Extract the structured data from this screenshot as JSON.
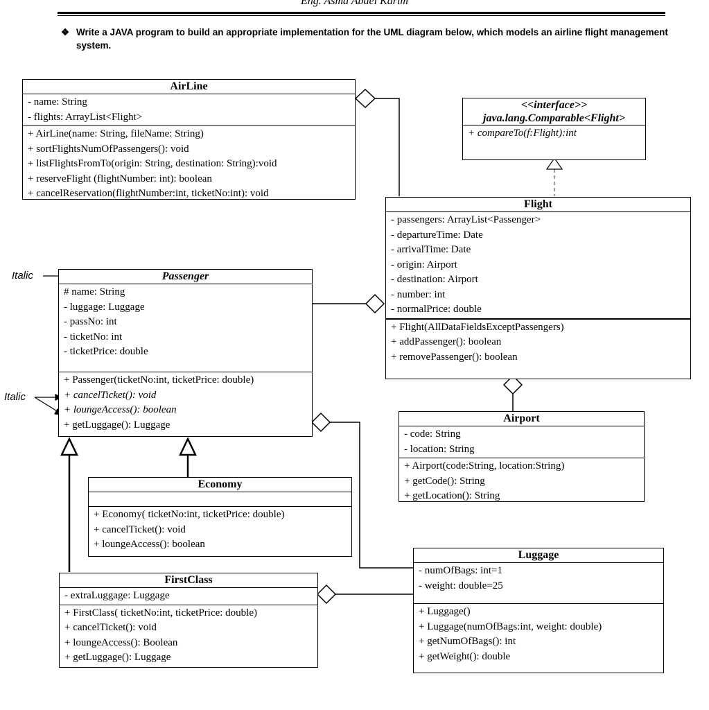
{
  "header": {
    "author": "Eng. Asma Abdel Karim"
  },
  "task": {
    "bullet": "❖",
    "text": "Write a JAVA program to build an appropriate implementation for the UML diagram below, which models an airline flight management system."
  },
  "annotations": {
    "italic_top": "Italic",
    "italic_bottom": "Italic"
  },
  "classes": {
    "airline": {
      "name": "AirLine",
      "attributes": [
        "- name: String",
        "- flights: ArrayList<Flight>"
      ],
      "methods": [
        "+ AirLine(name: String, fileName: String)",
        "+ sortFlightsNumOfPassengers(): void",
        "+ listFlightsFromTo(origin: String, destination: String):void",
        "+ reserveFlight (flightNumber: int): boolean",
        "+ cancelReservation(flightNumber:int, ticketNo:int): void"
      ]
    },
    "comparable": {
      "stereotype": "<<interface>>",
      "name": "java.lang.Comparable<Flight>",
      "methods": [
        "+ compareTo(f:Flight):int"
      ]
    },
    "flight": {
      "name": "Flight",
      "attributes": [
        "- passengers: ArrayList<Passenger>",
        "- departureTime: Date",
        "- arrivalTime: Date",
        "- origin: Airport",
        "- destination: Airport",
        "- number: int",
        "- normalPrice: double"
      ],
      "methods": [
        "+ Flight(AllDataFieldsExceptPassengers)",
        "+ addPassenger(): boolean",
        "+ removePassenger(): boolean"
      ]
    },
    "passenger": {
      "name": "Passenger",
      "attributes": [
        "# name: String",
        "- luggage: Luggage",
        "- passNo: int",
        "- ticketNo: int",
        "- ticketPrice: double"
      ],
      "methods": [
        "+ Passenger(ticketNo:int, ticketPrice: double)",
        "+ cancelTicket(): void",
        "+ loungeAccess(): boolean",
        "+ getLuggage(): Luggage"
      ]
    },
    "airport": {
      "name": "Airport",
      "attributes": [
        "- code: String",
        "- location: String"
      ],
      "methods": [
        "+ Airport(code:String, location:String)",
        "+ getCode(): String",
        "+ getLocation(): String"
      ]
    },
    "economy": {
      "name": "Economy",
      "methods": [
        "+ Economy( ticketNo:int, ticketPrice: double)",
        "+ cancelTicket(): void",
        "+ loungeAccess(): boolean"
      ]
    },
    "luggage": {
      "name": "Luggage",
      "attributes": [
        "- numOfBags: int=1",
        "- weight: double=25"
      ],
      "methods": [
        "+ Luggage()",
        "+ Luggage(numOfBags:int, weight: double)",
        "+ getNumOfBags(): int",
        "+ getWeight(): double"
      ]
    },
    "firstclass": {
      "name": "FirstClass",
      "attributes": [
        "- extraLuggage: Luggage"
      ],
      "methods": [
        "+ FirstClass( ticketNo:int, ticketPrice: double)",
        "+ cancelTicket(): void",
        "+ loungeAccess(): Boolean",
        "+ getLuggage(): Luggage"
      ]
    }
  }
}
